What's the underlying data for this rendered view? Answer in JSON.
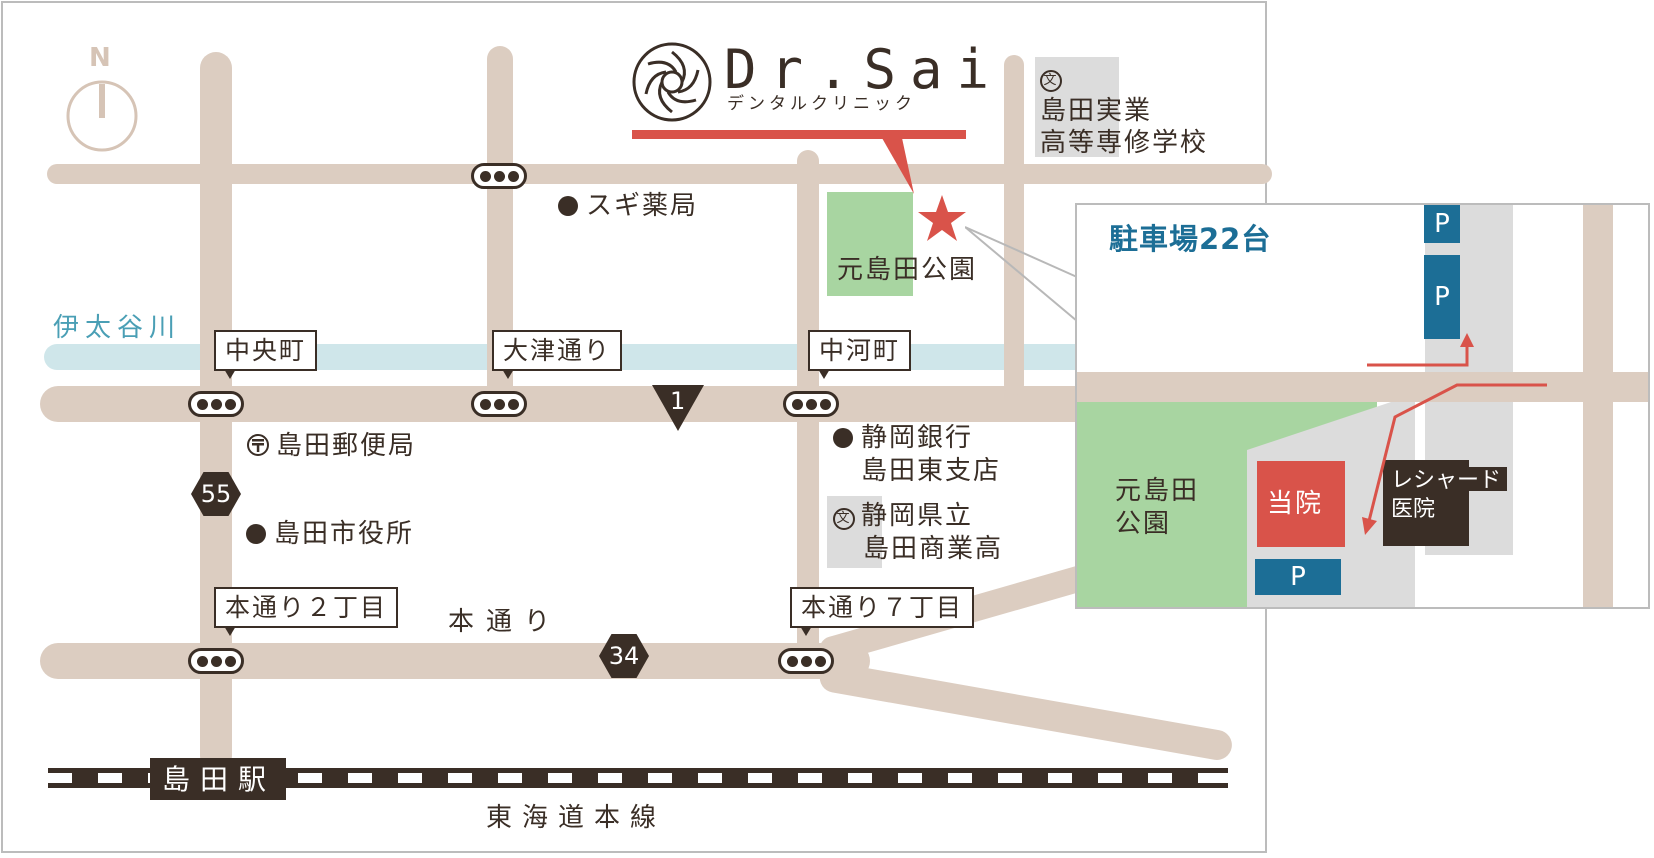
{
  "map": {
    "logo": {
      "title": "Dr.Sai",
      "subtitle": "デンタルクリニック"
    },
    "north": "N",
    "river": "伊太谷川",
    "callouts": {
      "chuo": "中央町",
      "otsu": "大津通り",
      "nakagawa": "中河町",
      "hondori2": "本通り２丁目",
      "hondori7": "本通り７丁目"
    },
    "route_numbers": {
      "r1": "1",
      "r55": "55",
      "r34": "34"
    },
    "places": {
      "sugi": "スギ薬局",
      "park": "元島田公園",
      "post": "島田郵便局",
      "cityhall": "島田市役所",
      "bank_1": "静岡銀行",
      "bank_2": "島田東支店",
      "school_hs_1": "静岡県立",
      "school_hs_2": "島田商業高",
      "school_vt_1": "島田実業",
      "school_vt_2": "高等専修学校"
    },
    "school_mark": "文",
    "street": "本通り",
    "station": "島田駅",
    "railway": "東海道本線"
  },
  "inset": {
    "parking_title": "駐車場22台",
    "park_1": "元島田",
    "park_2": "公園",
    "clinic": "当院",
    "neighbor_1": "レシャード",
    "neighbor_2": "医院",
    "parking_mark": "P"
  },
  "colors": {
    "road": "#dccdc1",
    "river": "#cfe6ea",
    "park": "#a8d5a1",
    "accent": "#d9534a",
    "parking": "#1c6e96",
    "text": "#3a2e26"
  }
}
